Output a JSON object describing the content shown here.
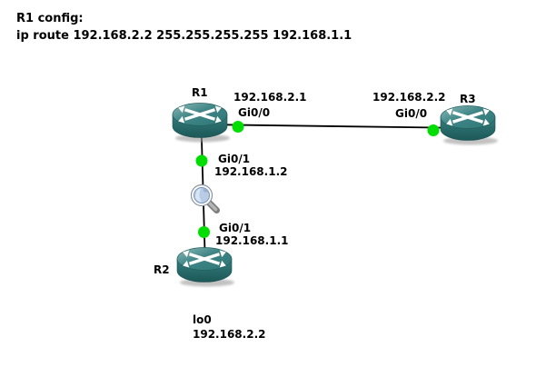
{
  "config_note": {
    "line1": "R1 config:",
    "line2": "ip route 192.168.2.2 255.255.255.255 192.168.1.1"
  },
  "nodes": {
    "r1": {
      "name": "R1"
    },
    "r2": {
      "name": "R2"
    },
    "r3": {
      "name": "R3"
    }
  },
  "interfaces": {
    "r1_gi00": {
      "ip": "192.168.2.1",
      "port": "Gi0/0"
    },
    "r1_gi01": {
      "port": "Gi0/1",
      "ip": "192.168.1.2"
    },
    "r2_gi01": {
      "port": "Gi0/1",
      "ip": "192.168.1.1"
    },
    "r2_lo0": {
      "port": "lo0",
      "ip": "192.168.2.2"
    },
    "r3_gi00": {
      "ip": "192.168.2.2",
      "port": "Gi0/0"
    }
  },
  "icons": {
    "router": "router-icon",
    "packet_capture": "magnifier-icon",
    "link_status": "green-dot-indicator"
  },
  "colors": {
    "background": "#ffffff",
    "text": "#000000",
    "link": "#000000",
    "status_green": "#00dd00",
    "router_teal_top": "#3f8585",
    "router_teal_side": "#236363",
    "lens_blue": "#b8cce6"
  }
}
